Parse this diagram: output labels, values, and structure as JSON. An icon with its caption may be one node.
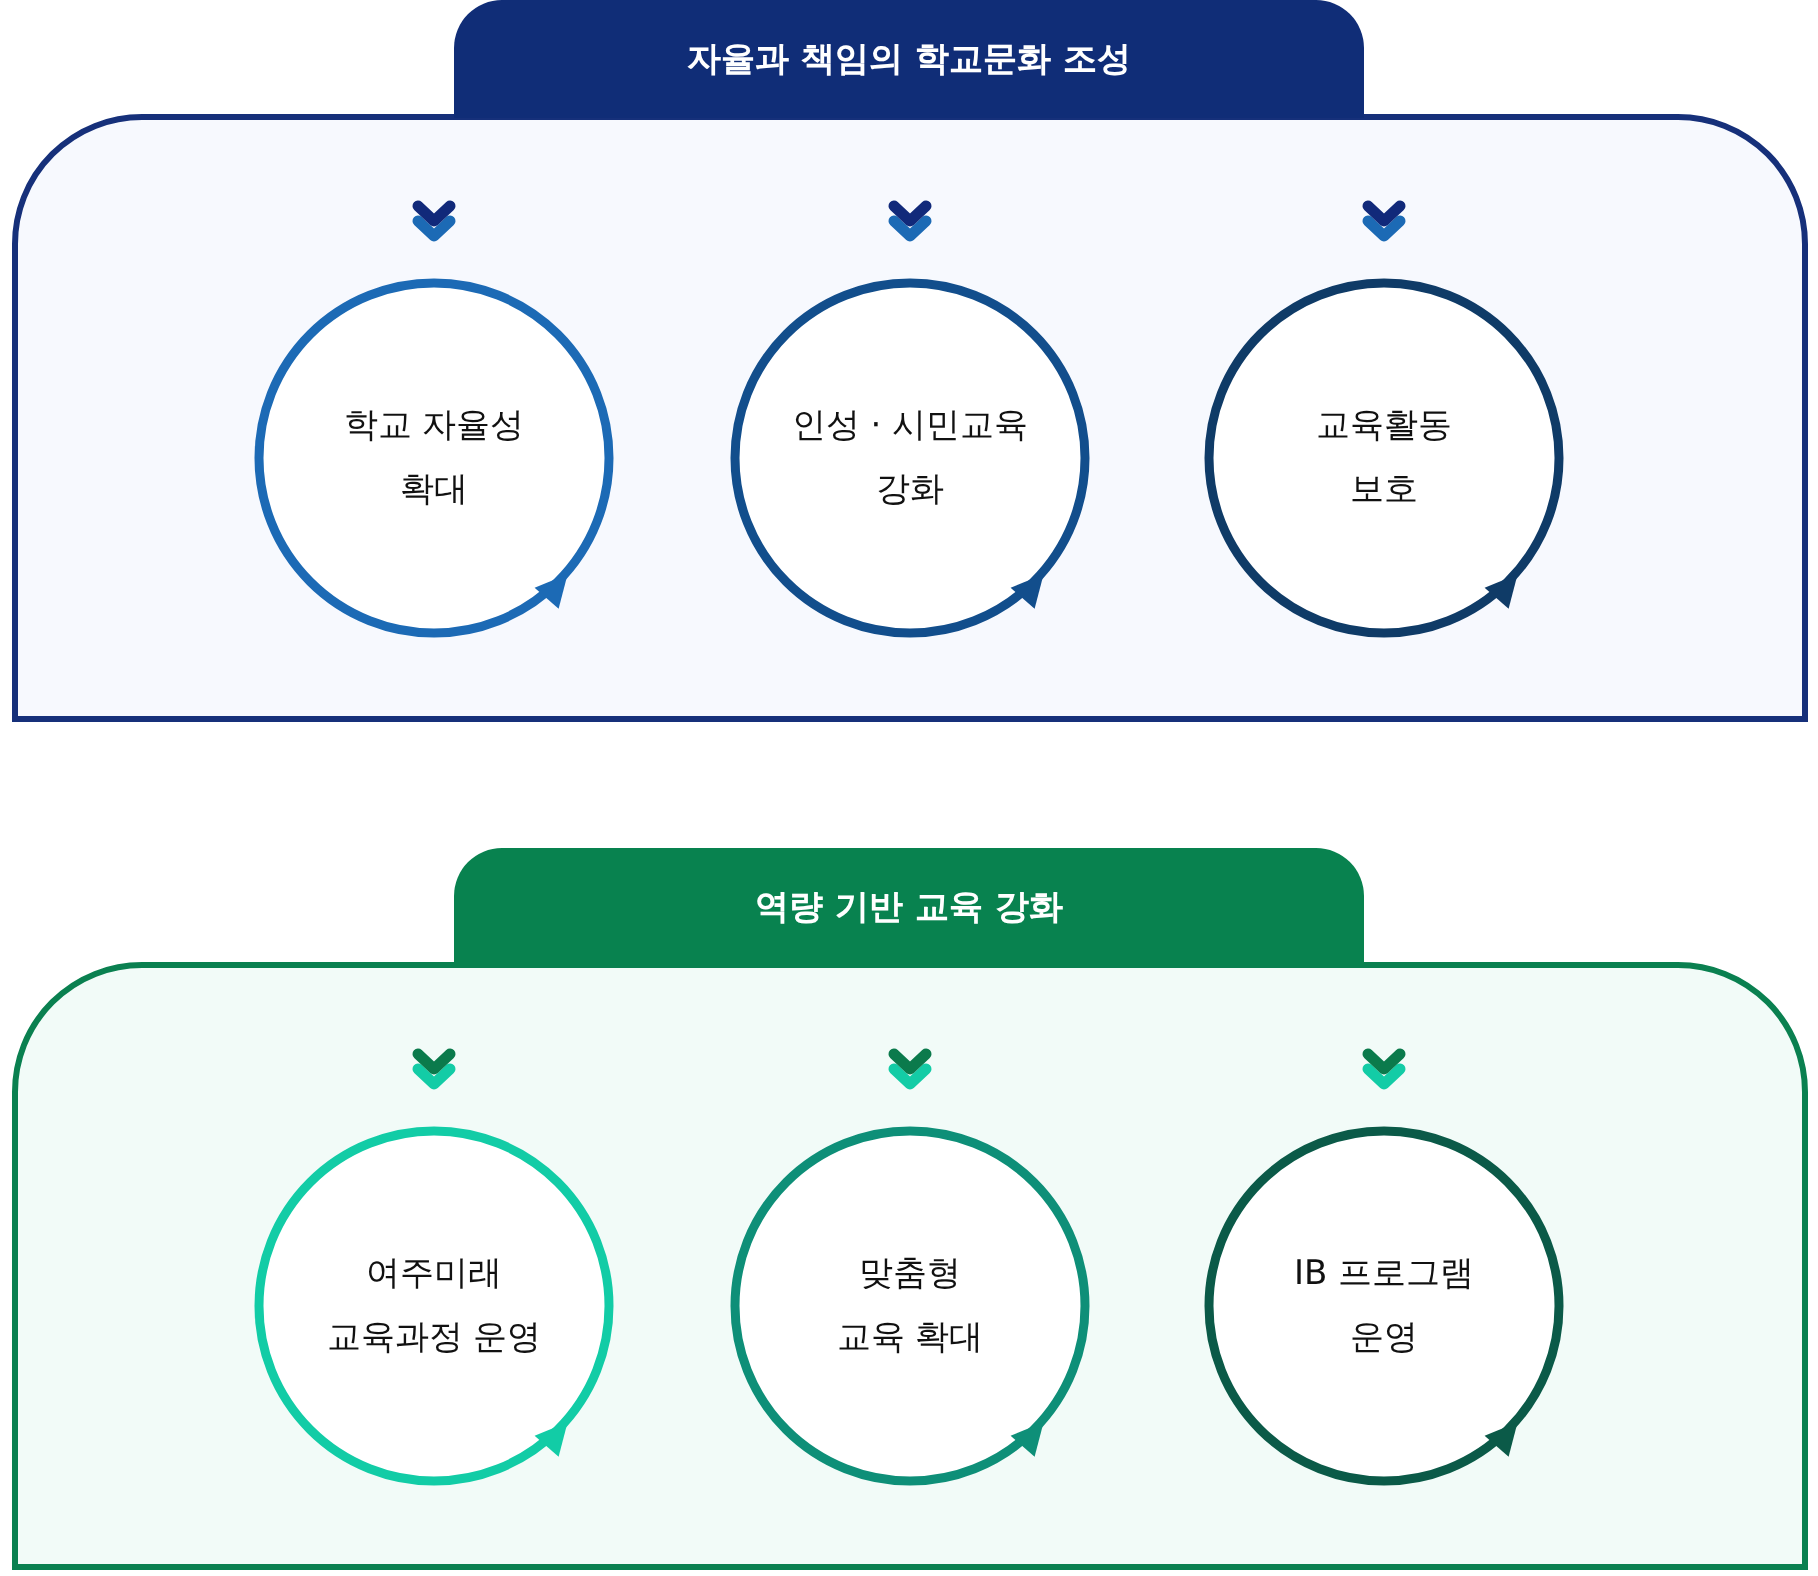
{
  "diagram": {
    "nodes": [
      {
        "text": [
          "자율과 책임의 학교문화 조성"
        ]
      },
      {
        "text": [
          "학교 자율성 확대"
        ],
        "in": 0
      },
      {
        "text": [
          "인성 · 시민교육 강화"
        ],
        "in": 0
      },
      {
        "text": [
          "교육활동 보호"
        ],
        "in": 0
      },
      {
        "text": [
          "역량 기반 교육 강화"
        ]
      },
      {
        "text": [
          "여주미래 교육과정 운영"
        ],
        "in": 4
      },
      {
        "text": [
          "맞춤형 교육 확대"
        ],
        "in": 4
      },
      {
        "text": [
          "IB 프로그램 운영"
        ],
        "in": 4
      }
    ]
  }
}
